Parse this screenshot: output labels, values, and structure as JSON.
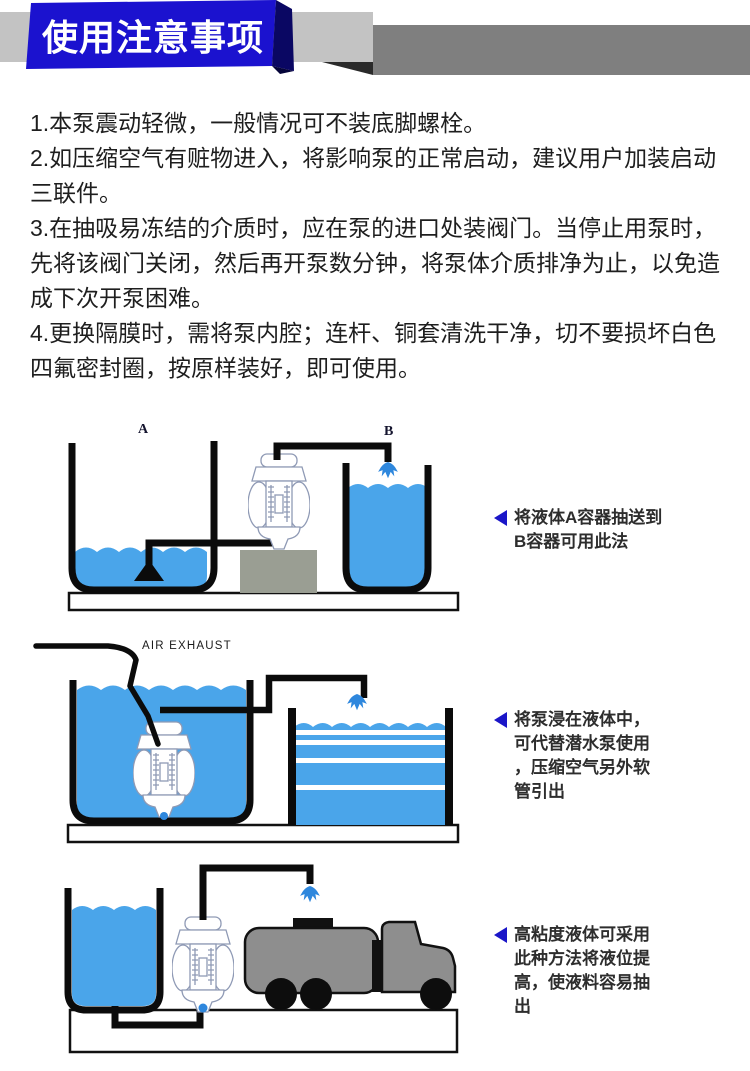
{
  "header": {
    "title": "使用注意事项"
  },
  "notes": [
    "1.本泵震动轻微，一般情况可不装底脚螺栓。",
    "2.如压缩空气有赃物进入，将影响泵的正常启动，建议用户加装启动三联件。",
    "3.在抽吸易冻结的介质时，应在泵的进口处装阀门。当停止用泵时，先将该阀门关闭，然后再开泵数分钟，将泵体介质排净为止，以免造成下次开泵困难。",
    "4.更换隔膜时，需将泵内腔；连杆、铜套清洗干净，切不要损坏白色四氟密封圈，按原样装好，即可使用。"
  ],
  "diagrams": [
    {
      "label_a": "A",
      "label_b": "B",
      "caption": "将液体A容器抽送到B容器可用此法"
    },
    {
      "air_exhaust_label": "AIR EXHAUST",
      "caption": "将泵浸在液体中，可代替潜水泵使用，压缩空气另外软管引出"
    },
    {
      "caption": "高粘度液体可采用此种方法将液位提高，使液料容易抽出"
    }
  ],
  "colors": {
    "banner_blue": "#1b12cf",
    "banner_fold_blue": "#0a0763",
    "ribbon_light_gray": "#c3c3c3",
    "ribbon_dark_gray": "#7f7f7f",
    "water_blue": "#4aa5ea",
    "splash_blue": "#2e87dd",
    "caption_arrow_blue": "#1b16c8",
    "truck_gray": "#8e8e8e",
    "pedestal_gray": "#9a9e93"
  }
}
